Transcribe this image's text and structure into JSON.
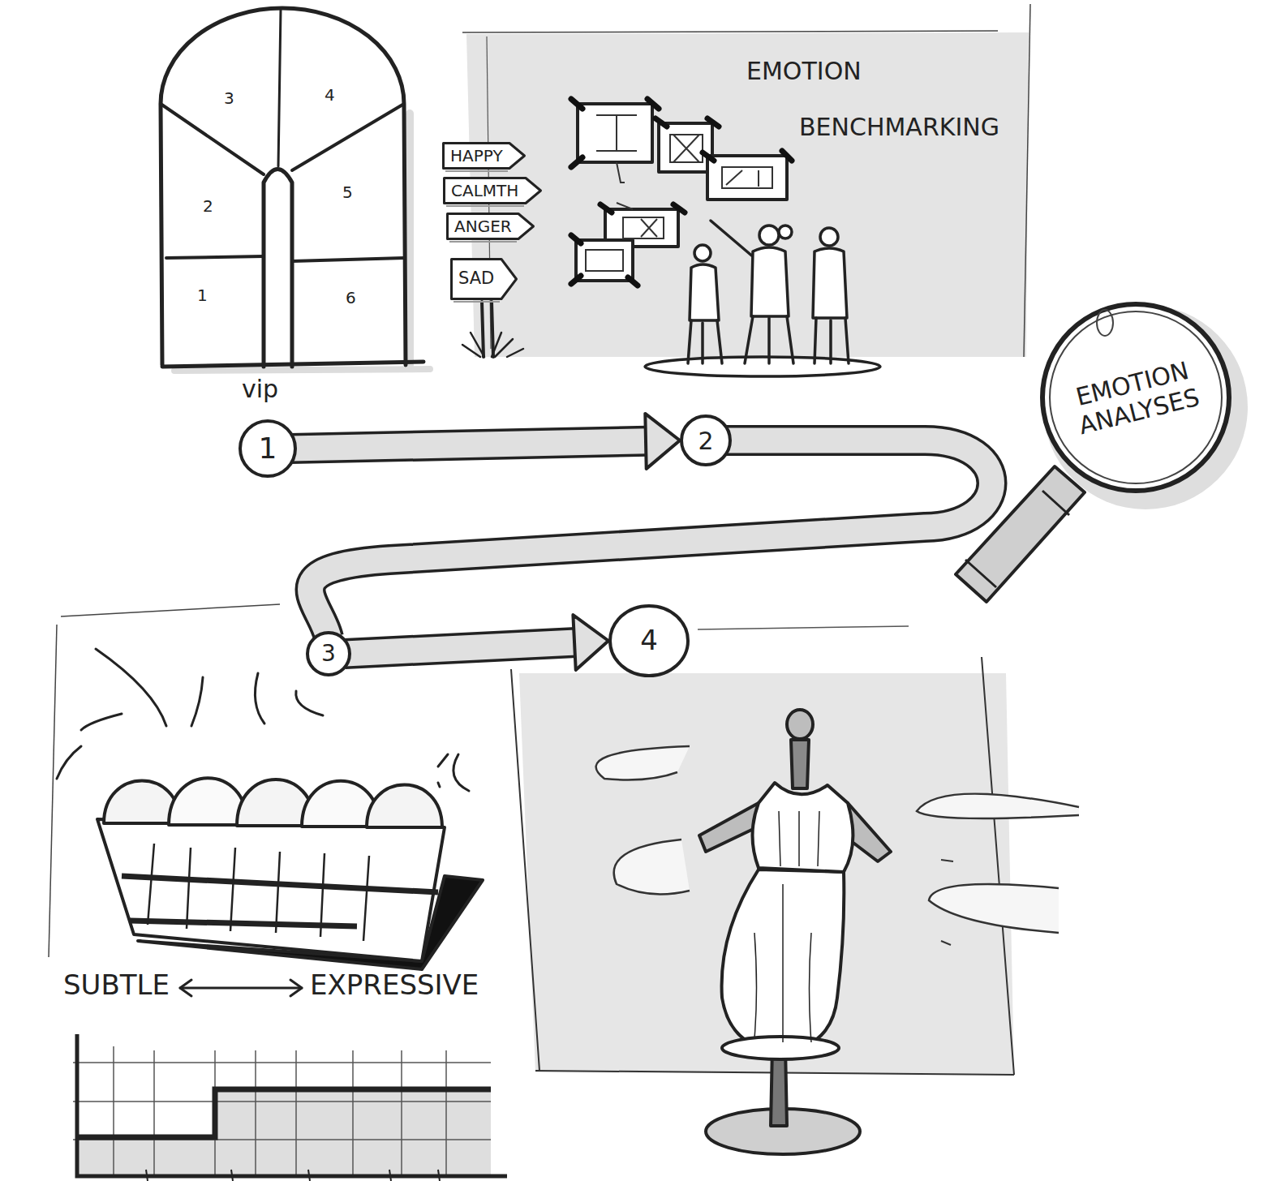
{
  "diagram": {
    "nodes": [
      {
        "text": [
          "EMOTION BENCHMARKING"
        ]
      },
      {
        "text": [
          "HAPPY"
        ],
        "in": 0
      },
      {
        "text": [
          "CALMTH"
        ],
        "in": 0
      },
      {
        "text": [
          "ANGER"
        ],
        "in": 0
      },
      {
        "text": [
          "SAD"
        ],
        "in": 0
      },
      {
        "text": [
          "1"
        ]
      },
      {
        "text": [
          "2"
        ]
      },
      {
        "text": [
          "EMOTION ANALYSES"
        ]
      },
      {
        "text": [
          "3"
        ]
      },
      {
        "text": [
          "4"
        ]
      }
    ],
    "edges": [
      {
        "from": 5,
        "to": 6,
        "arrow": "to"
      },
      {
        "from": 6,
        "to": 8,
        "arrow": "none"
      },
      {
        "from": 8,
        "to": 9,
        "arrow": "to"
      }
    ],
    "labels": [
      "3",
      "4",
      "2",
      "5",
      "1",
      "6",
      "vip",
      "SUBTLE",
      "EXPRESSIVE"
    ]
  }
}
